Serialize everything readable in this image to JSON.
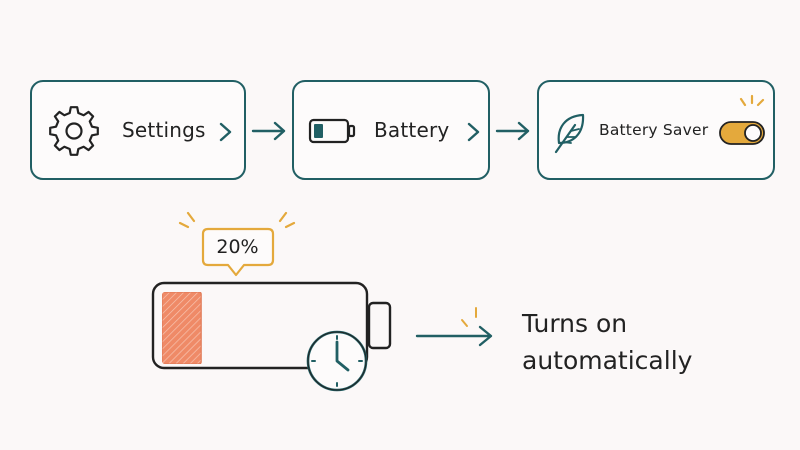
{
  "steps": [
    {
      "label": "Settings",
      "icon": "gear-icon"
    },
    {
      "label": "Battery",
      "icon": "battery-icon"
    },
    {
      "label": "Battery Saver",
      "icon": "leaf-icon"
    }
  ],
  "toggle": {
    "state": "on"
  },
  "battery_level": {
    "text": "20%",
    "value": 20
  },
  "result": {
    "line1": "Turns on",
    "line2": "automatically"
  },
  "colors": {
    "outline": "#215f64",
    "accent": "#e4a93c",
    "fill": "#ef8a67",
    "ink": "#222222"
  }
}
